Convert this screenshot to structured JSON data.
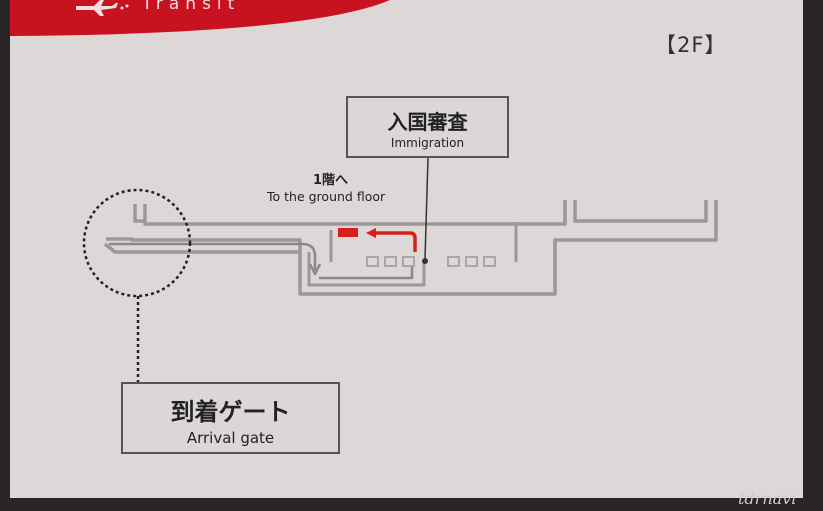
{
  "header": {
    "title": "Transit"
  },
  "floor": {
    "label": "【2F】"
  },
  "immigration": {
    "japanese": "入国審査",
    "english": "Immigration"
  },
  "ground_floor": {
    "japanese": "1階へ",
    "english": "To the ground floor"
  },
  "arrival_gate": {
    "japanese": "到着ゲート",
    "english": "Arrival gate"
  },
  "watermark": {
    "text": "tdrnavi"
  },
  "colors": {
    "banner": "#c8121f",
    "route_arrow": "#d62018",
    "walls": "#9a9898",
    "background": "#ddd8d7"
  },
  "icons": {
    "header_icon": "airplane-icon"
  }
}
